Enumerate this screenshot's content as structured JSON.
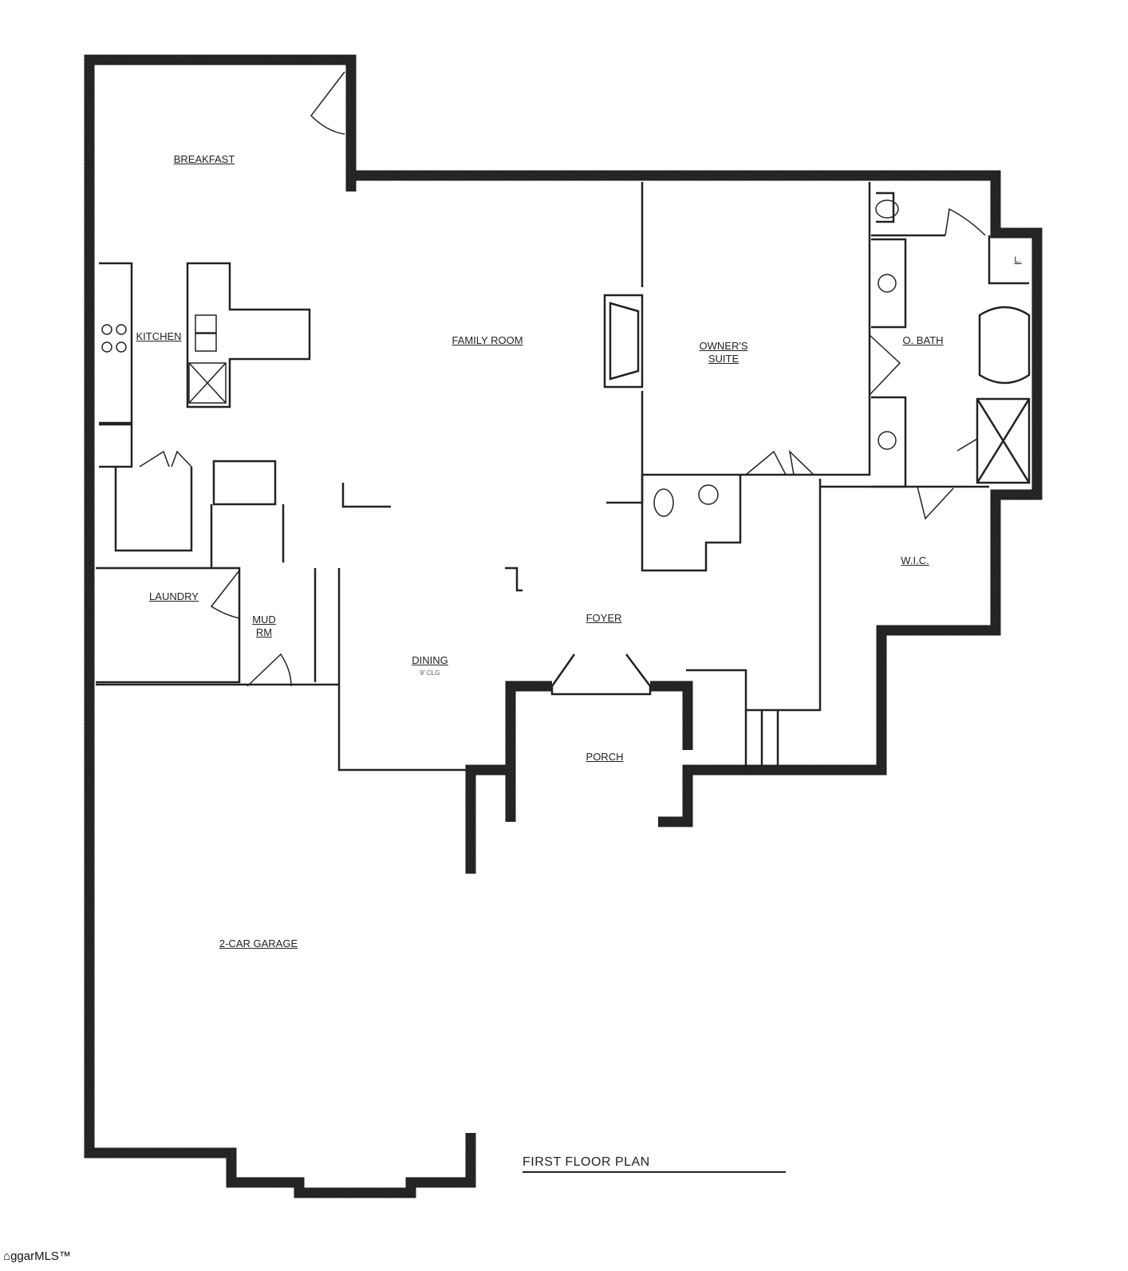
{
  "plan": {
    "title": "FIRST FLOOR PLAN",
    "rooms": {
      "breakfast": "BREAKFAST",
      "kitchen": "KITCHEN",
      "family_room": "FAMILY ROOM",
      "owners_suite_1": "OWNER'S",
      "owners_suite_2": "SUITE",
      "o_bath": "O. BATH",
      "wic": "W.I.C.",
      "laundry": "LAUNDRY",
      "mud_1": "MUD",
      "mud_2": "RM",
      "foyer": "FOYER",
      "dining": "DINING",
      "dining_ceiling": "9' CLG",
      "porch": "PORCH",
      "garage": "2-CAR GARAGE",
      "linen": "L."
    }
  },
  "watermark": "ggarMLS™"
}
